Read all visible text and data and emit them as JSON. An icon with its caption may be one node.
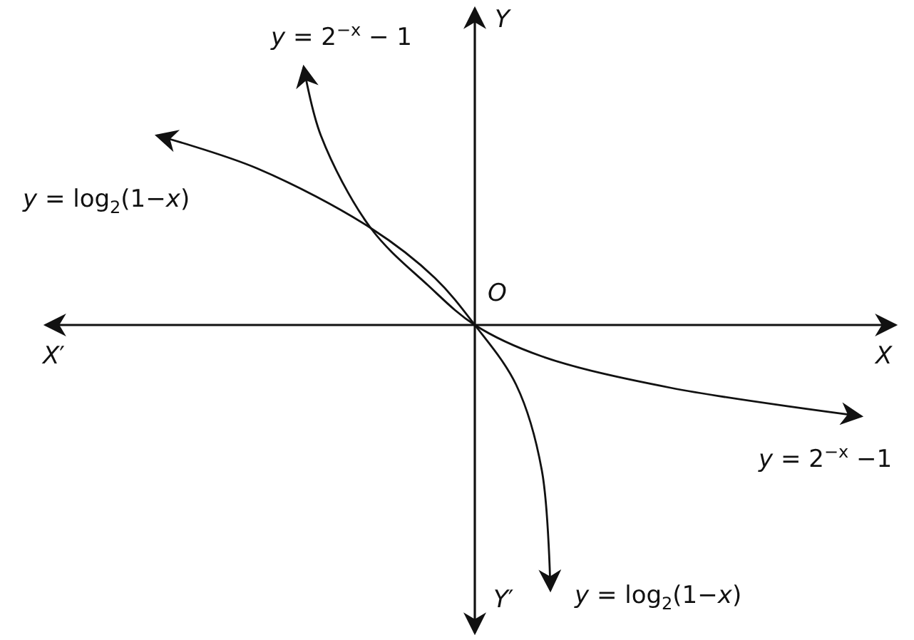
{
  "diagram": {
    "labels": [
      "*y* = 2$^{−x}$ − 1",
      "*Y*",
      "*y* = log$_{2}$(1−*x*)",
      "*O*",
      "*X*′",
      "*X*",
      "*y* = 2$^{−x}$ −1",
      "*Y*′",
      "*y* = log$_{2}$(1−*x*)"
    ]
  }
}
